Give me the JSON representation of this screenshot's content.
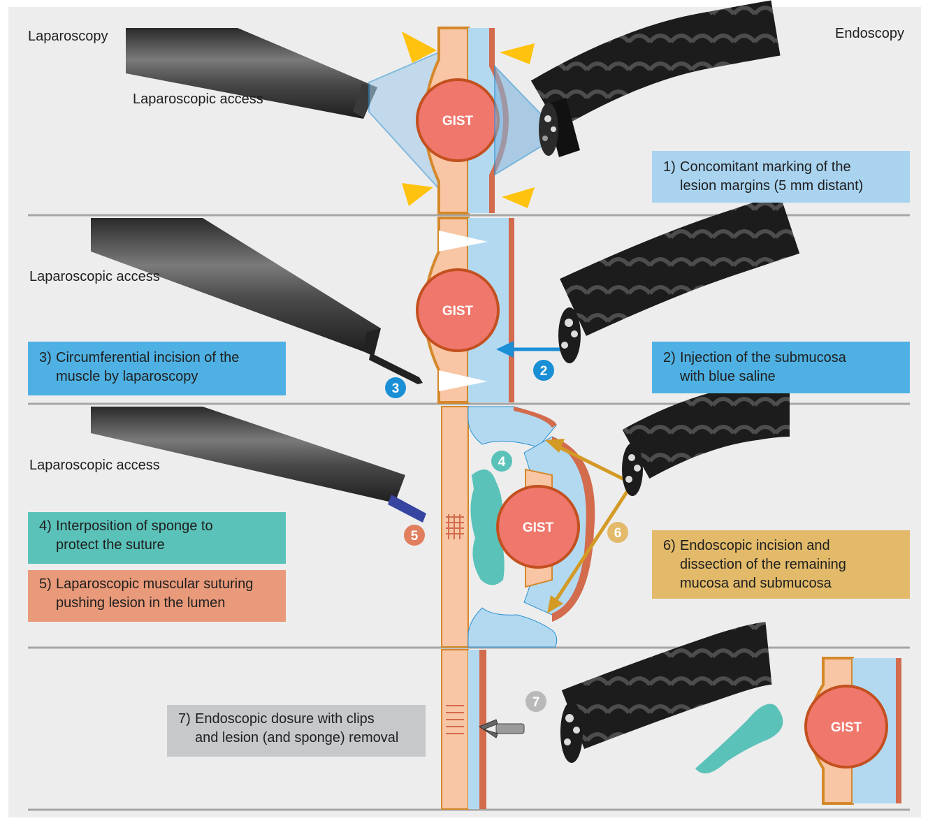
{
  "labels": {
    "laparoscopy": "Laparoscopy",
    "endoscopy": "Endoscopy",
    "access1": "Laparoscopic access",
    "access2": "Laparoscopic access",
    "access3": "Laparoscopic access",
    "gist": "GIST"
  },
  "steps": [
    {
      "num": "1)",
      "lines": [
        "Concomitant marking of the",
        "lesion margins (5 mm distant)"
      ],
      "color": "#a9d3ef",
      "badge": ""
    },
    {
      "num": "2)",
      "lines": [
        "Injection of the submucosa",
        "with blue saline"
      ],
      "color": "#4fb1e3",
      "badge": "2"
    },
    {
      "num": "3)",
      "lines": [
        "Circumferential incision of the",
        "muscle by laparoscopy"
      ],
      "color": "#4fb1e3",
      "badge": "3"
    },
    {
      "num": "4)",
      "lines": [
        "Interposition of sponge to",
        "protect the suture"
      ],
      "color": "#5bc2b9",
      "badge": "4"
    },
    {
      "num": "5)",
      "lines": [
        "Laparoscopic muscular suturing",
        "pushing lesion in the lumen"
      ],
      "color": "#e99a7a",
      "badge": "5"
    },
    {
      "num": "6)",
      "lines": [
        "Endoscopic incision and",
        "dissection of the remaining",
        "mucosa and submucosa"
      ],
      "color": "#e2ba6a",
      "badge": "6"
    },
    {
      "num": "7)",
      "lines": [
        "Endoscopic dosure with clips",
        "and lesion (and sponge) removal"
      ],
      "color": "#c7c8ca",
      "badge": "7"
    }
  ],
  "colors": {
    "panel_bg": "#ededed",
    "muscle": "#f8c6a4",
    "submucosa": "#b3d9f1",
    "serosa": "#d4882a",
    "mucosa": "#d36b4d",
    "gist": "#f0776c",
    "sponge": "#5bc2b9",
    "marker": "#ffc20e",
    "scope": "#222222",
    "arrow_blue": "#1a8fd6",
    "arrow_gold": "#d39a25"
  },
  "icons": [
    "laparoscope-icon",
    "endoscope-icon",
    "marking-triangle-icon",
    "arrow-icon",
    "sponge-icon",
    "suture-icon",
    "clip-icon"
  ]
}
